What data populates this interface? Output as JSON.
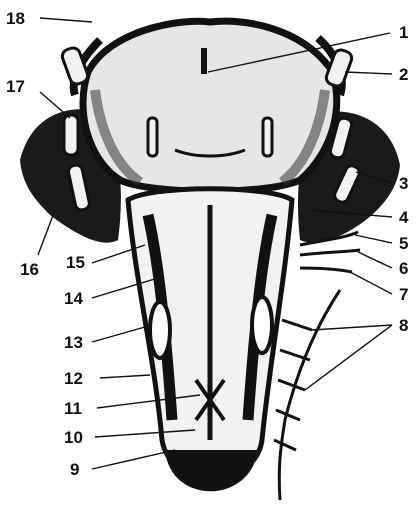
{
  "diagram": {
    "labels": {
      "l1": "1",
      "l2": "2",
      "l3": "3",
      "l4": "4",
      "l5": "5",
      "l6": "6",
      "l7": "7",
      "l8": "8",
      "l9": "9",
      "l10": "10",
      "l11": "11",
      "l12": "12",
      "l13": "13",
      "l14": "14",
      "l15": "15",
      "l16": "16",
      "l17": "17",
      "l18": "18"
    }
  },
  "colors": {
    "ink": "#111111",
    "paper": "#ffffff",
    "tone": "#d8d8d8"
  }
}
